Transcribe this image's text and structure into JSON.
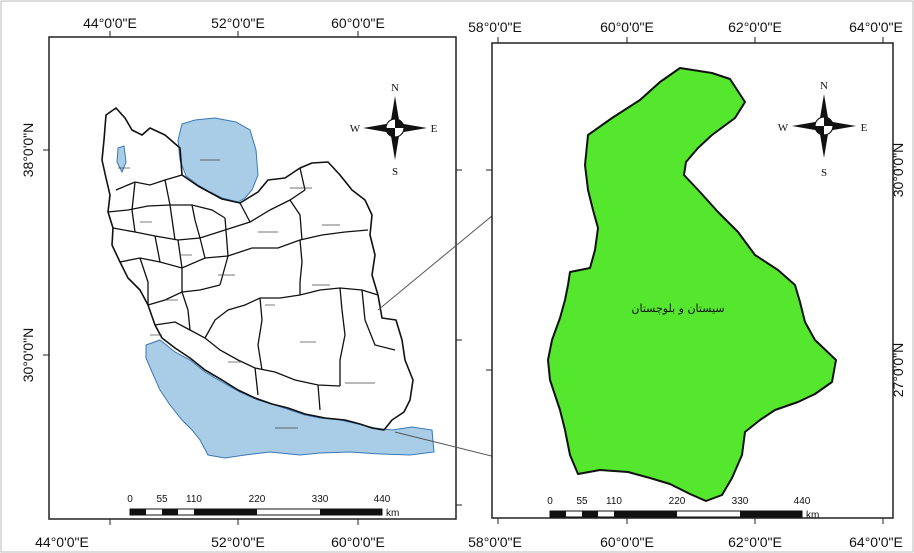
{
  "left_panel": {
    "top_ticks": [
      "44°0'0\"E",
      "52°0'0\"E",
      "60°0'0\"E"
    ],
    "bottom_ticks": [
      "44°0'0\"E",
      "52°0'0\"E",
      "60°0'0\"E"
    ],
    "left_ticks": [
      "38°0'0\"N",
      "30°0'0\"N"
    ],
    "scale": {
      "ticks": [
        "0",
        "55",
        "110",
        "220",
        "330",
        "440"
      ],
      "unit": "km"
    },
    "compass": {
      "n": "N",
      "s": "S",
      "e": "E",
      "w": "W"
    },
    "colors": {
      "sea": "#a9cde6",
      "province": "#ffffff",
      "outline": "#111111"
    }
  },
  "right_panel": {
    "top_ticks": [
      "58°0'0\"E",
      "60°0'0\"E",
      "62°0'0\"E",
      "64°0'0\"E"
    ],
    "bottom_ticks": [
      "58°0'0\"E",
      "60°0'0\"E",
      "62°0'0\"E",
      "64°0'0\"E"
    ],
    "right_ticks": [
      "30°0'0\"N",
      "27°0'0\"N"
    ],
    "province_label": "سیستان و بلوچستان",
    "scale": {
      "ticks": [
        "0",
        "55",
        "110",
        "220",
        "330",
        "440"
      ],
      "unit": "km"
    },
    "compass": {
      "n": "N",
      "s": "S",
      "e": "E",
      "w": "W"
    },
    "colors": {
      "province": "#55e62e",
      "outline": "#111111"
    }
  }
}
